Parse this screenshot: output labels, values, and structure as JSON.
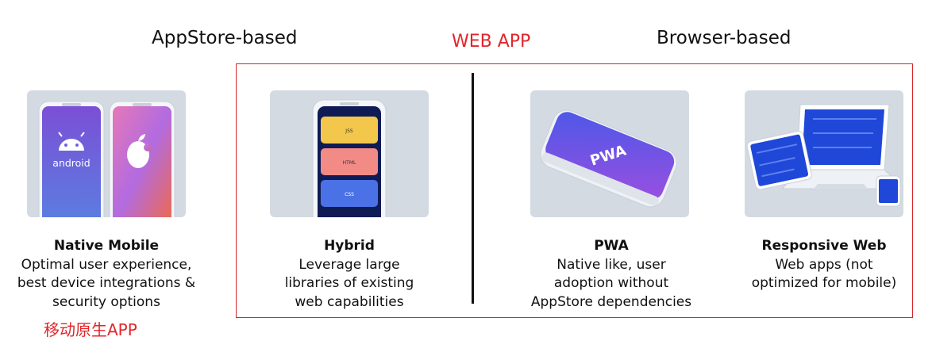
{
  "headers": {
    "appstore": "AppStore-based",
    "webapp": "WEB APP",
    "browser": "Browser-based"
  },
  "accent_red": "#e0262b",
  "cards": [
    {
      "id": "native",
      "title": "Native Mobile",
      "lines": [
        "Optimal user experience,",
        "best device integrations &",
        "security options"
      ],
      "image_text": "android",
      "note": "移动原生APP"
    },
    {
      "id": "hybrid",
      "title": "Hybrid",
      "lines": [
        "Leverage large",
        "libraries of existing",
        "web capabilities"
      ],
      "blocks": [
        "JSS",
        "HTML",
        "CSS"
      ]
    },
    {
      "id": "pwa",
      "title": "PWA",
      "lines": [
        "Native like, user",
        "adoption without",
        "AppStore dependencies"
      ],
      "image_text": "PWA"
    },
    {
      "id": "responsive",
      "title": "Responsive Web",
      "lines": [
        "Web apps (not",
        "optimized for mobile)"
      ]
    }
  ]
}
